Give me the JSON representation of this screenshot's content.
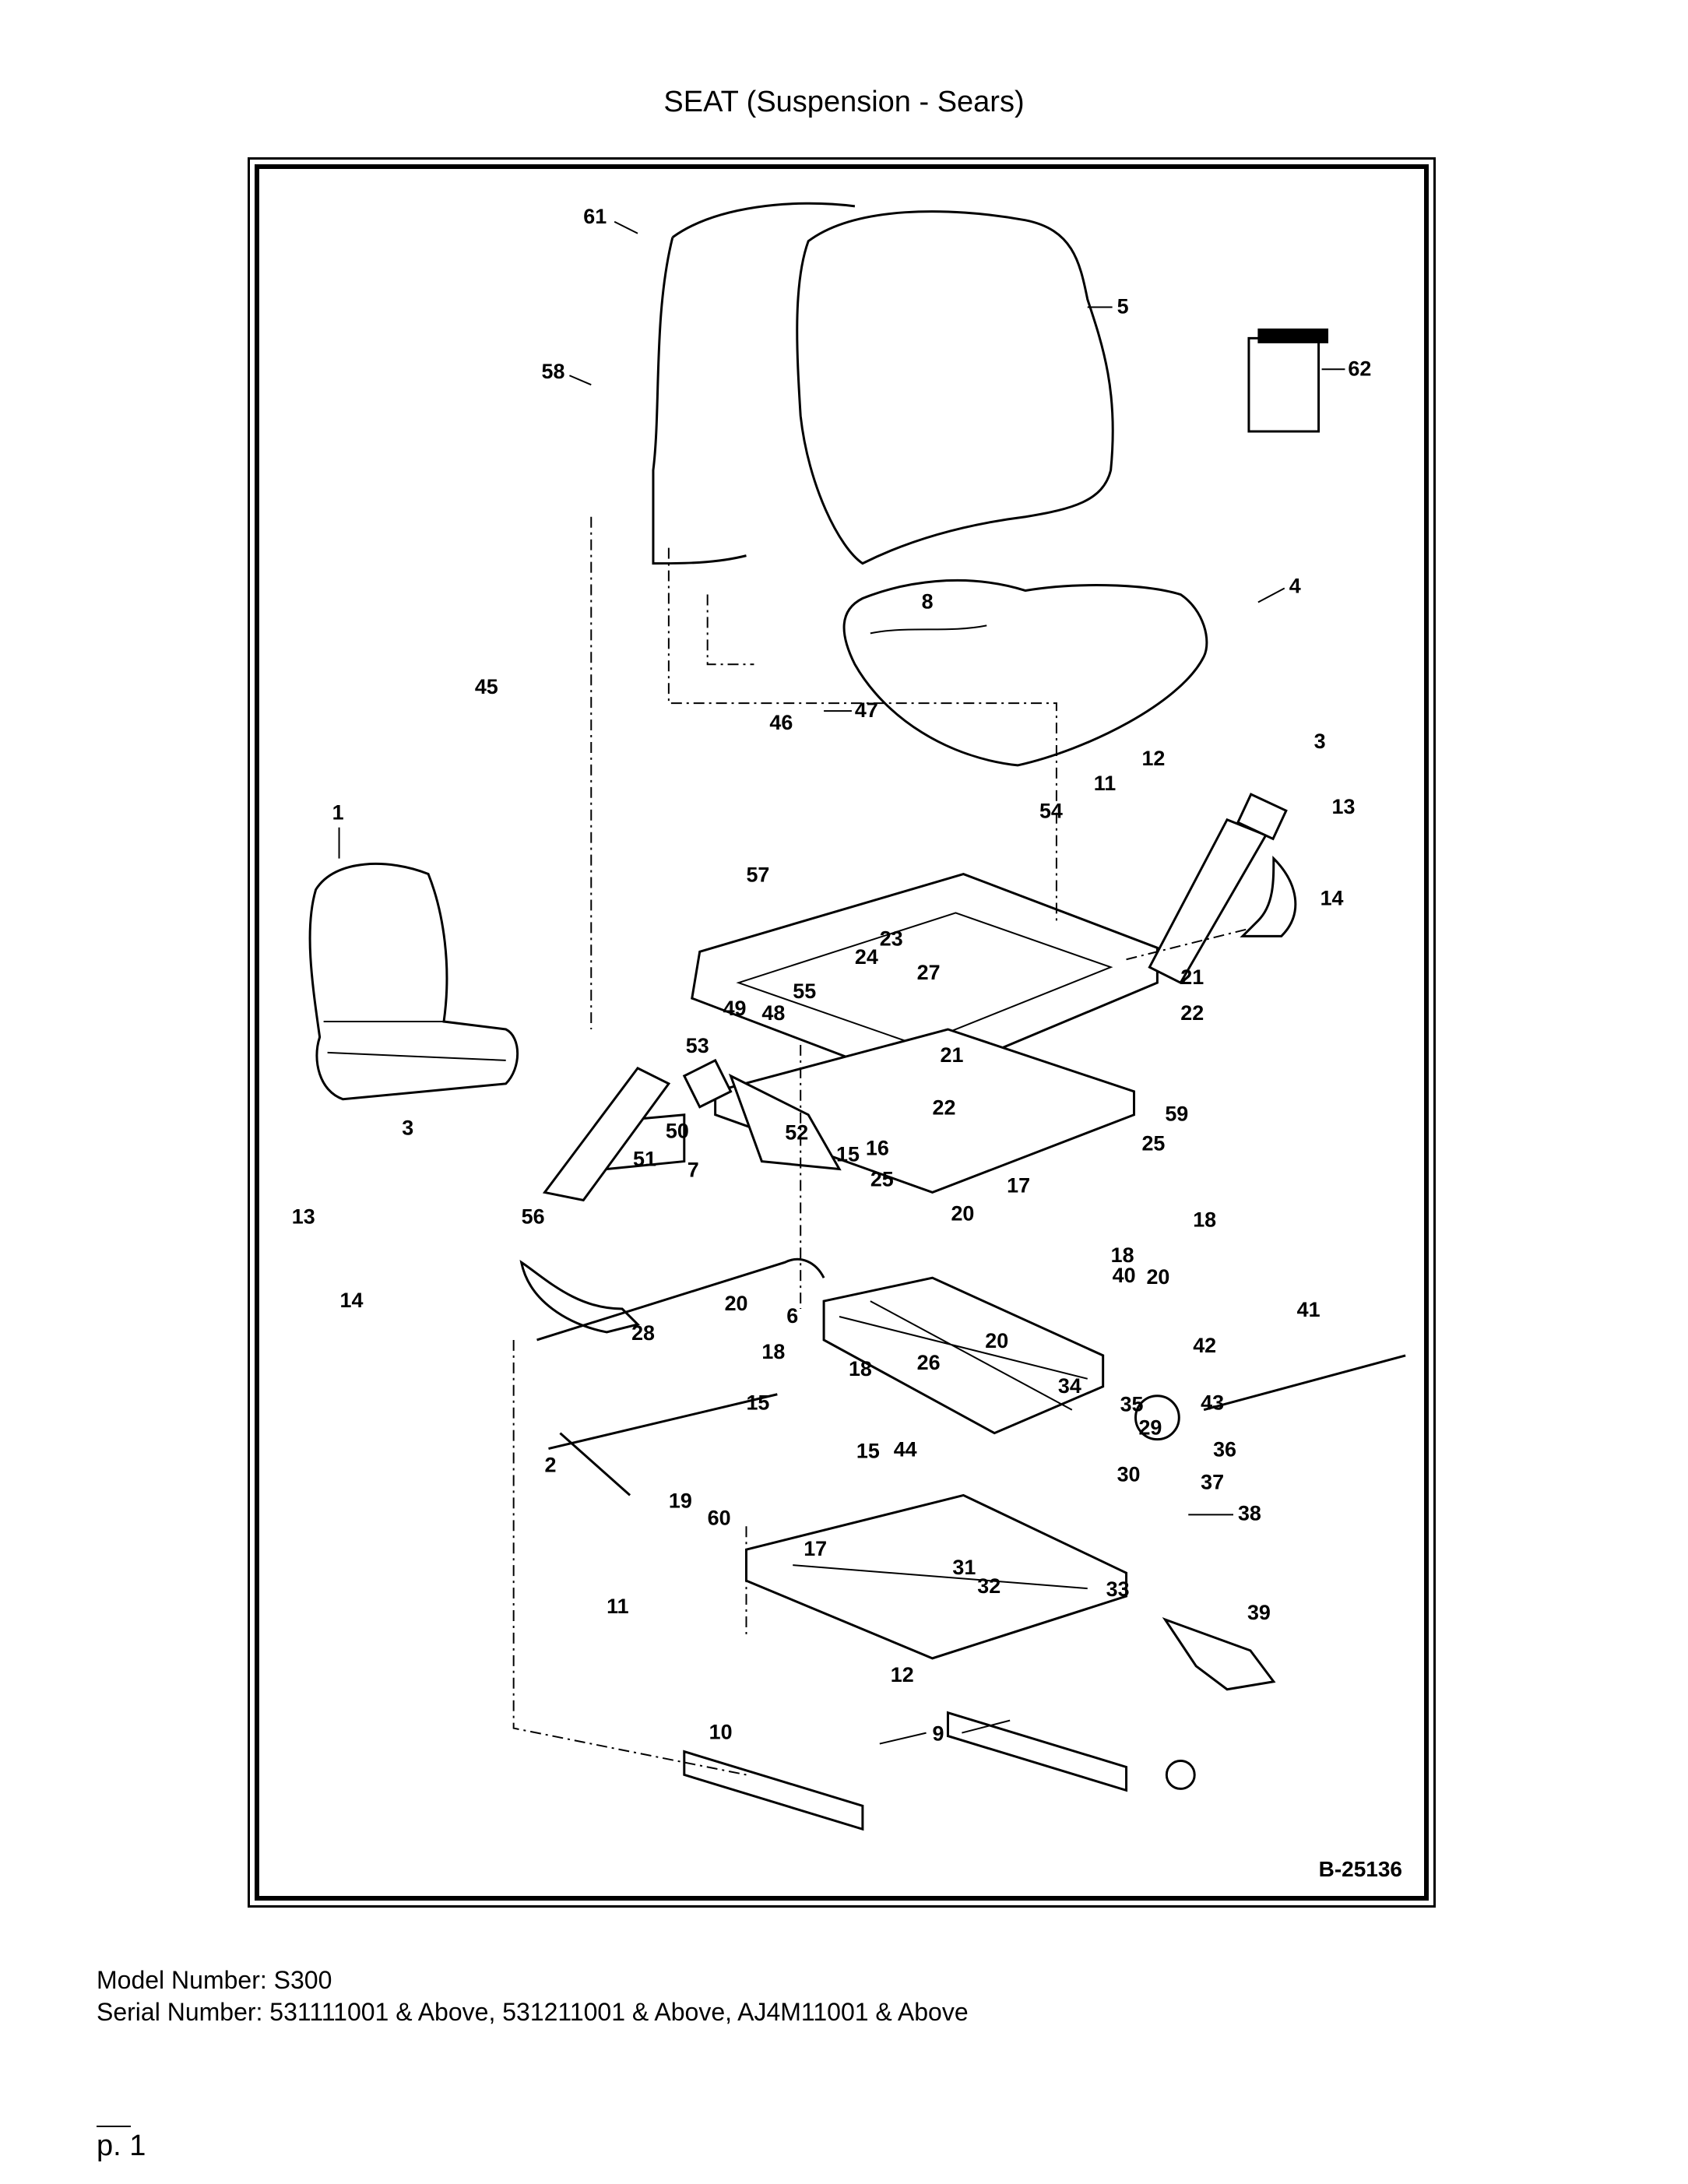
{
  "title": "SEAT (Suspension - Sears)",
  "figure_code": "B-25136",
  "model_number": "Model Number: S300",
  "serial_number": "Serial Number: 531111001 & Above, 531211001 & Above, AJ4M11001 & Above",
  "page": "p. 1",
  "callouts": [
    "61",
    "5",
    "62",
    "58",
    "4",
    "8",
    "45",
    "46",
    "47",
    "3",
    "12",
    "11",
    "13",
    "54",
    "1",
    "57",
    "14",
    "23",
    "24",
    "27",
    "21",
    "55",
    "22",
    "49",
    "48",
    "53",
    "3",
    "50",
    "52",
    "59",
    "51",
    "7",
    "25",
    "15",
    "16",
    "17",
    "56",
    "13",
    "20",
    "18",
    "14",
    "18",
    "40",
    "20",
    "41",
    "6",
    "20",
    "28",
    "42",
    "18",
    "20",
    "26",
    "2",
    "15",
    "34",
    "35",
    "43",
    "29",
    "44",
    "36",
    "19",
    "15",
    "30",
    "37",
    "60",
    "38",
    "17",
    "31",
    "32",
    "33",
    "39",
    "11",
    "12",
    "10",
    "9"
  ]
}
